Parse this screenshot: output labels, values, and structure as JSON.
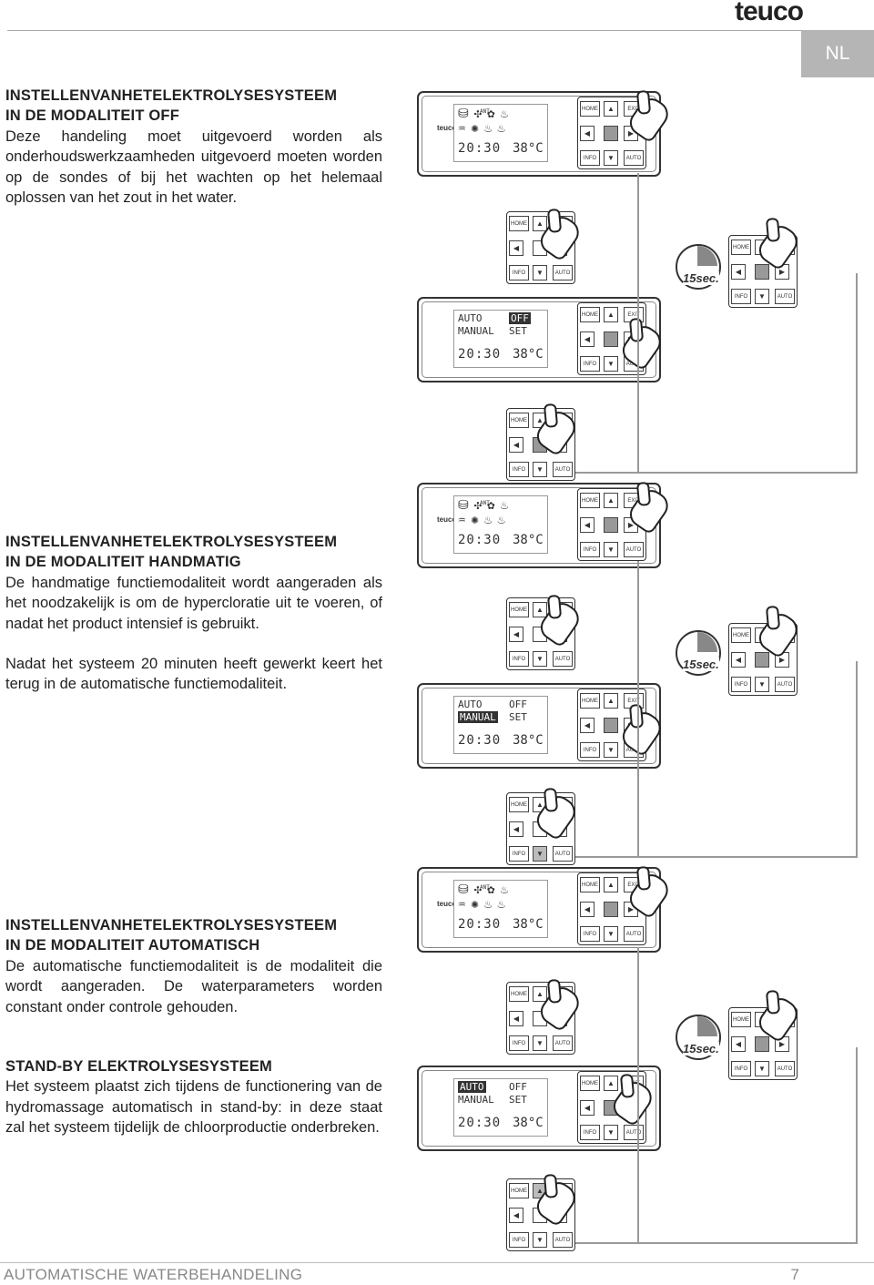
{
  "header": {
    "brand": "teuco",
    "language_tab": "NL"
  },
  "sections": [
    {
      "title_line1": "INSTELLENVANHETELEKTROLYSESYSTEEM",
      "title_line2": "IN DE MODALITEIT OFF",
      "body": "Deze handeling moet uitgevoerd worden als onderhoudswerkzaamheden uitgevoerd moeten worden op de sondes of bij het wachten op het helemaal oplossen van het zout in het water."
    },
    {
      "title_line1": "INSTELLENVANHETELEKTROLYSESYSTEEM",
      "title_line2": "IN DE MODALITEIT HANDMATIG",
      "body": "De handmatige functiemodaliteit wordt aangeraden als het noodzakelijk is om de hypercloratie uit te voeren, of nadat het product intensief is gebruikt.",
      "body2": "Nadat het systeem 20 minuten heeft gewerkt keert het terug in de automatische functiemodaliteit."
    },
    {
      "title_line1": "INSTELLENVANHETELEKTROLYSESYSTEEM",
      "title_line2": "IN DE MODALITEIT AUTOMATISCH",
      "body": "De automatische functiemodaliteit is de modaliteit die wordt aangeraden. De waterparameters worden constant onder controle gehouden."
    },
    {
      "title_line1": "STAND-BY ELEKTROLYSESYSTEEM",
      "body": "Het systeem plaatst zich tijdens de functionering van de hydromassage automatisch in stand-by: in deze staat zal het systeem tijdelijk de chloorproductie onderbreken."
    }
  ],
  "device": {
    "logo": "teuco",
    "time": "20:30",
    "temp": "38°C",
    "icon_label": "ANT",
    "menu_auto": "AUTO",
    "menu_manual": "MANUAL",
    "menu_off": "OFF",
    "menu_set": "SET",
    "keys": {
      "home": "HOME",
      "exit": "EXIT",
      "info": "INFO",
      "auto": "AUTO"
    },
    "timer_label": "15sec."
  },
  "footer": {
    "title": "AUTOMATISCHE WATERBEHANDELING",
    "page": "7"
  }
}
